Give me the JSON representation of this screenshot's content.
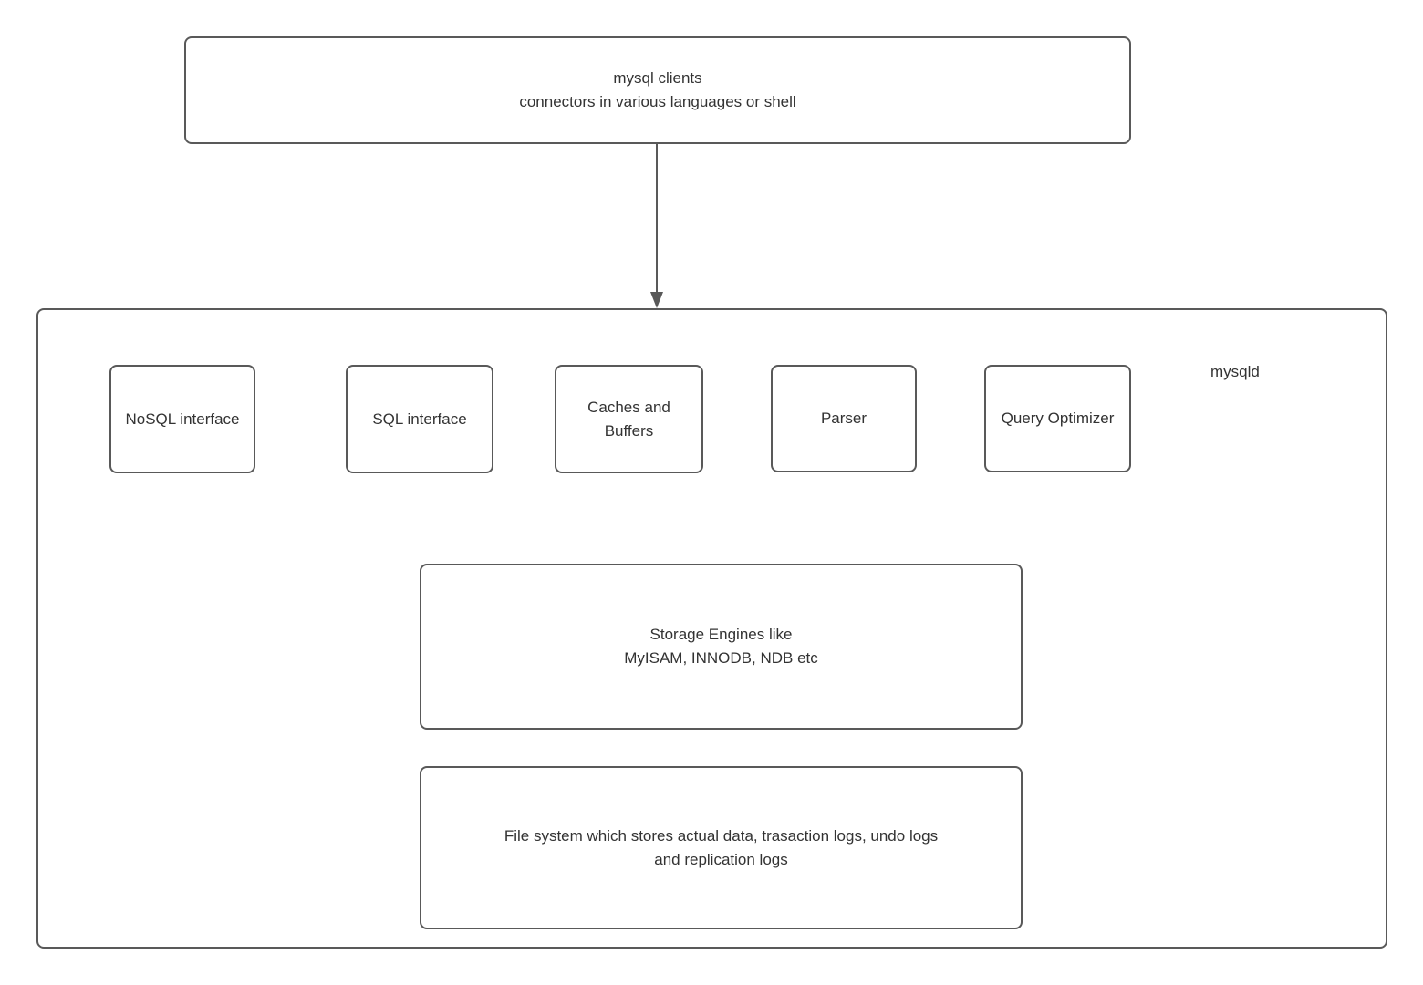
{
  "diagram": {
    "client_box": {
      "line1": "mysql clients",
      "line2": "connectors in various languages or shell"
    },
    "server_label": "mysqld",
    "components": [
      {
        "label": "NoSQL interface"
      },
      {
        "label": "SQL interface"
      },
      {
        "label": "Caches and Buffers"
      },
      {
        "label": "Parser"
      },
      {
        "label": "Query Optimizer"
      }
    ],
    "storage_box": {
      "line1": "Storage Engines like",
      "line2": "MyISAM, INNODB, NDB etc"
    },
    "filesystem_box": {
      "line1": "File system which stores actual data, trasaction logs, undo logs",
      "line2": "and replication logs"
    },
    "colors": {
      "border": "#595959",
      "arrow": "#595959",
      "text": "#333333",
      "background": "#ffffff"
    }
  }
}
